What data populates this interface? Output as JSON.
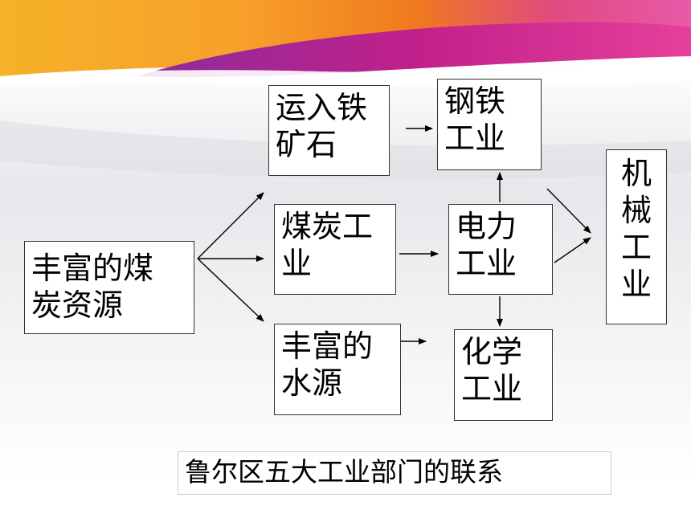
{
  "diagram": {
    "nodes": {
      "resources": [
        "丰富的煤",
        "炭资源"
      ],
      "iron": [
        "运入铁",
        "矿石"
      ],
      "coal": [
        "煤炭工",
        "业"
      ],
      "water": [
        "丰富的",
        "水源"
      ],
      "steel": [
        "钢铁",
        "工业"
      ],
      "power": [
        "电力",
        "工业"
      ],
      "chem": [
        "化学",
        "工业"
      ],
      "mach": [
        "机",
        "械",
        "工",
        "业"
      ]
    },
    "edges": [
      [
        "resources",
        "coal"
      ],
      [
        "resources",
        "iron"
      ],
      [
        "resources",
        "water"
      ],
      [
        "iron",
        "steel"
      ],
      [
        "coal",
        "power"
      ],
      [
        "water",
        "chem"
      ],
      [
        "power",
        "steel"
      ],
      [
        "power",
        "chem"
      ],
      [
        "steel",
        "mach"
      ],
      [
        "power",
        "mach"
      ]
    ]
  },
  "caption": "鲁尔区五大工业部门的联系",
  "colors": {
    "banner_orange": "#f5a020",
    "banner_magenta": "#d4287a",
    "banner_purple": "#8a2c9a",
    "box_border": "#333333",
    "arrow": "#000000"
  }
}
